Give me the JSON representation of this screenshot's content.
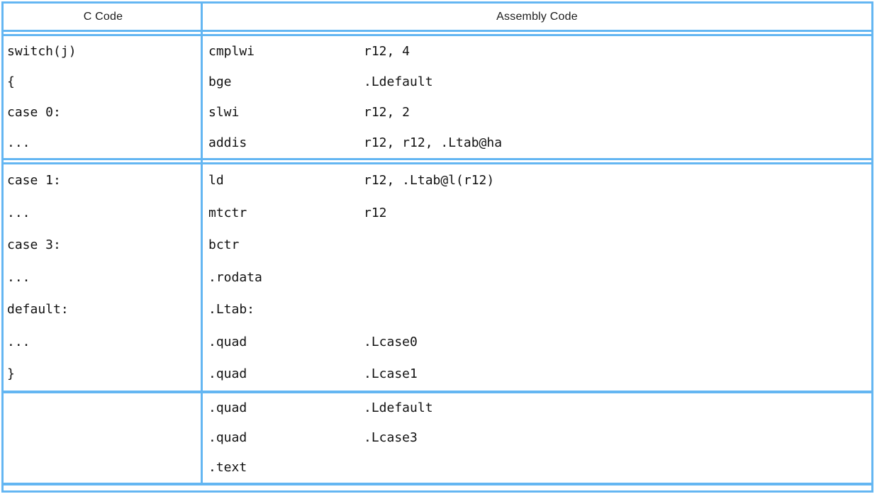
{
  "table": {
    "border_color": "#64b6f2",
    "text_color": "#111111",
    "header": {
      "c_column_label": "C Code",
      "asm_column_label": "Assembly Code"
    },
    "groups": [
      {
        "rows": [
          {
            "c": "switch(j)",
            "mnemonic": "cmplwi",
            "operands": "r12, 4"
          },
          {
            "c": "{",
            "mnemonic": "bge",
            "operands": ".Ldefault"
          },
          {
            "c": "case 0:",
            "mnemonic": "slwi",
            "operands": "r12, 2"
          },
          {
            "c": "...",
            "mnemonic": "addis",
            "operands": "r12, r12, .Ltab@ha"
          }
        ]
      },
      {
        "rows": [
          {
            "c": "case 1:",
            "mnemonic": "ld",
            "operands": "r12, .Ltab@l(r12)"
          },
          {
            "c": "...",
            "mnemonic": "mtctr",
            "operands": "r12"
          },
          {
            "c": "case 3:",
            "mnemonic": "bctr",
            "operands": ""
          },
          {
            "c": "...",
            "mnemonic": ".rodata",
            "operands": ""
          },
          {
            "c": "default:",
            "mnemonic": ".Ltab:",
            "operands": ""
          },
          {
            "c": "...",
            "mnemonic": ".quad",
            "operands": ".Lcase0"
          },
          {
            "c": "}",
            "mnemonic": ".quad",
            "operands": ".Lcase1"
          }
        ]
      },
      {
        "rows": [
          {
            "c": "",
            "mnemonic": ".quad",
            "operands": ".Ldefault"
          },
          {
            "c": "",
            "mnemonic": ".quad",
            "operands": ".Lcase3"
          },
          {
            "c": "",
            "mnemonic": ".text",
            "operands": ""
          }
        ]
      }
    ]
  }
}
